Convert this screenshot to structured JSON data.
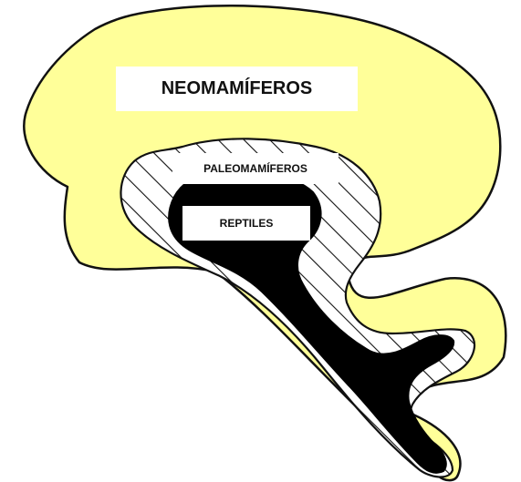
{
  "diagram": {
    "labels": {
      "neomammals": "NEOMAMÍFEROS",
      "paleomammals": "PALEOMAMÍFEROS",
      "reptiles": "REPTILES"
    },
    "colors": {
      "neomammal_fill": "#ffff99",
      "hatch_fill": "#ffffff",
      "reptile_fill": "#000000",
      "outline": "#111111"
    }
  }
}
